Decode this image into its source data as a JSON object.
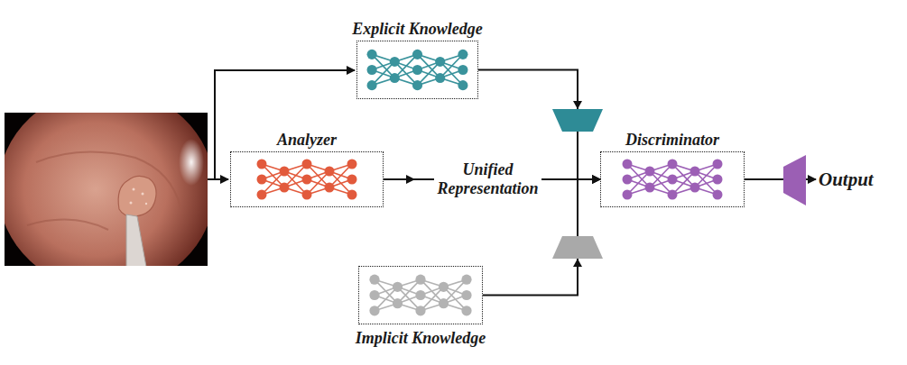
{
  "diagram": {
    "nodes": [
      {
        "text": [
          "Explicit Knowledge"
        ]
      },
      {
        "text": [
          "Analyzer"
        ]
      },
      {
        "text": [
          "Discriminator"
        ]
      },
      {
        "text": [
          "Implicit Knowledge"
        ]
      }
    ],
    "edges": [
      {
        "from": 0,
        "to": 2,
        "arrow": "to"
      },
      {
        "from": 1,
        "to": 2,
        "label": "Unified Representation",
        "arrow": "to"
      },
      {
        "from": 3,
        "to": 2,
        "arrow": "to"
      }
    ],
    "labels": [
      "Output"
    ]
  }
}
